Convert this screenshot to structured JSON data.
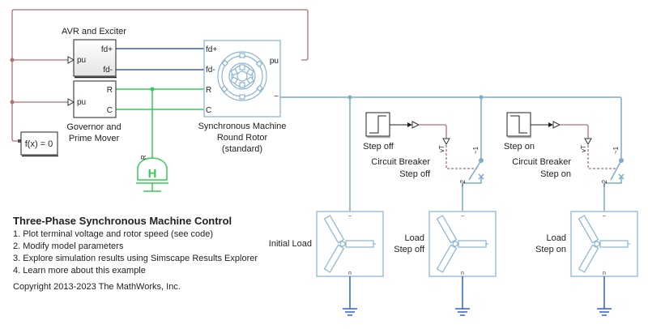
{
  "blocks": {
    "avr": {
      "title": "AVR and Exciter",
      "in_port": "pu",
      "out_ports": [
        "fd+",
        "fd-"
      ]
    },
    "governor": {
      "title_line1": "Governor and",
      "title_line2": "Prime Mover",
      "in_port": "pu",
      "out_ports": [
        "R",
        "C"
      ]
    },
    "solver": {
      "label": "f(x) = 0"
    },
    "hydro": {
      "glyph": "H",
      "port": "R"
    },
    "machine": {
      "title_line1": "Synchronous Machine",
      "title_line2": "Round Rotor",
      "title_line3": "(standard)",
      "in_ports": [
        "fd+",
        "fd-",
        "R",
        "C"
      ],
      "out_ports": [
        "pu",
        "~"
      ]
    },
    "step_off": {
      "label": "Step off"
    },
    "step_on": {
      "label": "Step on"
    },
    "breaker_off": {
      "title_line1": "Circuit Breaker",
      "title_line2": "Step off",
      "ports": [
        "vT",
        "~1",
        "~2"
      ]
    },
    "breaker_on": {
      "title_line1": "Circuit Breaker",
      "title_line2": "Step on",
      "ports": [
        "vT",
        "~1",
        "~2"
      ]
    },
    "load_initial": {
      "title": "Initial Load"
    },
    "load_off": {
      "title_line1": "Load",
      "title_line2": "Step off"
    },
    "load_on": {
      "title_line1": "Load",
      "title_line2": "Step on"
    }
  },
  "info": {
    "title": "Three-Phase Synchronous Machine Control",
    "items": [
      "1. Plot terminal voltage and rotor speed (see code)",
      "2. Modify model parameters",
      "3. Explore simulation results using Simscape Results Explorer",
      "4. Learn more about this example"
    ],
    "copyright": "Copyright 2013-2023 The MathWorks, Inc."
  },
  "colors": {
    "signal_maroon": "#b07070",
    "electrical_blue": "#2f5fd0",
    "mechanical_green": "#33cc55",
    "physical_lightblue": "#7aaccc",
    "block_border": "#222222"
  }
}
